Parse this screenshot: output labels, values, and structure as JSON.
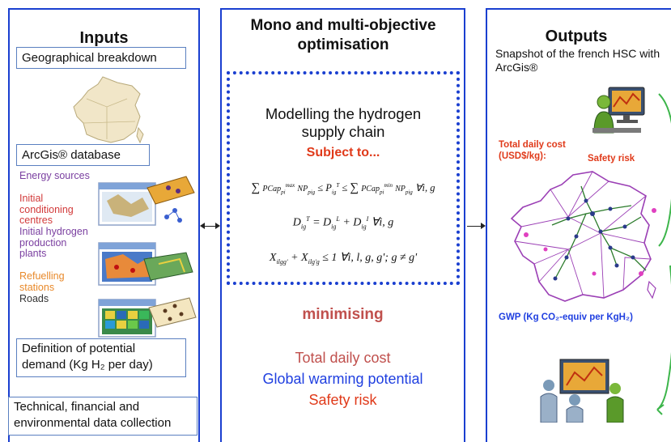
{
  "inputs": {
    "title": "Inputs",
    "geo_breakdown": "Geographical breakdown",
    "arcgis_db": "ArcGis® database",
    "layers": [
      {
        "label": "Energy sources",
        "color": "#7a3fa0"
      },
      {
        "label": "Initial conditioning centres",
        "color": "#d23a3a"
      },
      {
        "label": "Initial hydrogen production plants",
        "color": "#7a3fa0"
      },
      {
        "label": "Refuelling stations",
        "color": "#e8892a"
      },
      {
        "label": "Roads",
        "color": "#333333"
      }
    ],
    "demand": "Definition of potential demand (Kg H₂ per day)",
    "data_collection": "Technical, financial and environmental data collection"
  },
  "optimisation": {
    "title": "Mono and multi-objective optimisation",
    "modelling": "Modelling the hydrogen supply chain",
    "subject_to": "Subject to...",
    "eq1": "Σ PCap NP ≤ P ≤ Σ PCap NP  ∀i, g",
    "eq2": "D = D + D  ∀i, g",
    "eq3": "X + X ≤ 1  ∀i, l, g, g'; g ≠ g'",
    "minimising": "minimising",
    "objectives": [
      {
        "label": "Total daily cost",
        "color": "#c0504d"
      },
      {
        "label": "Global warming potential",
        "color": "#1f3fe0"
      },
      {
        "label": "Safety risk",
        "color": "#e03a1a"
      }
    ]
  },
  "outputs": {
    "title": "Outputs",
    "snapshot": "Snapshot of the french HSC with ArcGis®",
    "total_cost": "Total daily cost (USD$/kg):",
    "safety": "Safety risk",
    "gwp": "GWP (Kg CO₂-equiv per KgH₂)"
  },
  "colors": {
    "frame": "#1a3fd0",
    "dotted": "#1a3fd0",
    "bracket": "#3cb54a",
    "map_purple": "#9b3fb5"
  }
}
